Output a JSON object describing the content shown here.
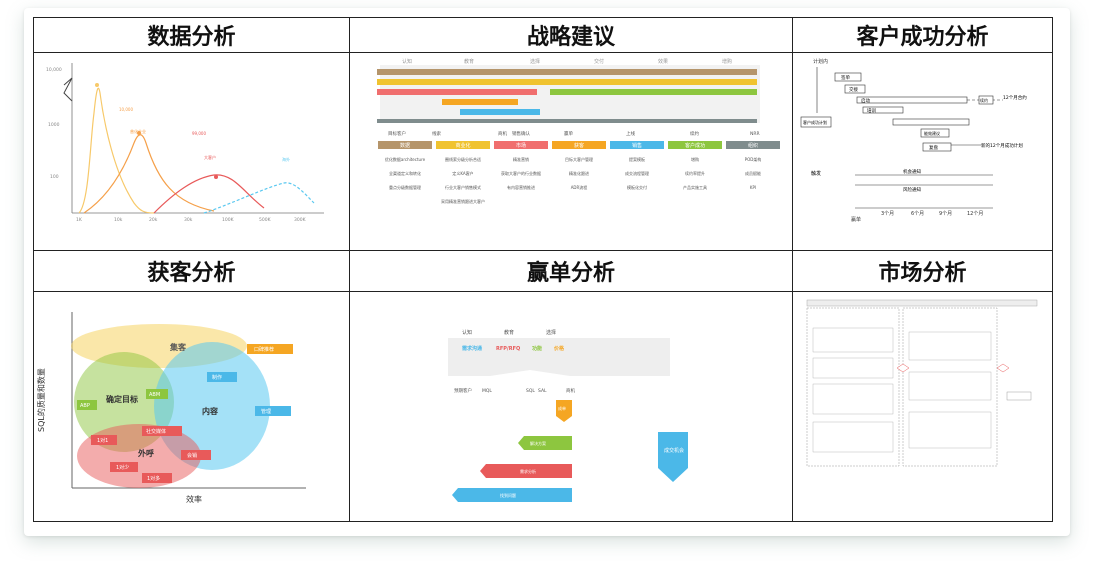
{
  "titles": {
    "data_analysis": "数据分析",
    "strategy": "战略建议",
    "customer_success": "客户成功分析",
    "acquisition": "获客分析",
    "win": "赢单分析",
    "market": "市场分析"
  },
  "data_chart": {
    "y_ticks": [
      "10,000",
      "1000",
      "100"
    ],
    "x_ticks": [
      "1K",
      "10k",
      "20k",
      "30k",
      "100K",
      "500K",
      "300K"
    ],
    "labels": {
      "a": "10,000",
      "b": "普化企业",
      "c": "99,000",
      "d": "大客户",
      "e": "海外"
    }
  },
  "strategy": {
    "phases": [
      "认知",
      "教育",
      "选择",
      "交付",
      "效果",
      "增购"
    ],
    "stage_labels": [
      "目标客户",
      "线索",
      "商机",
      "销售确认",
      "赢单",
      "上线",
      "续约",
      "NRR"
    ],
    "columns": [
      {
        "head": "数据",
        "color": "#b5956b",
        "items": [
          "优化数据architecture",
          "全渠道定义和转化",
          "重点分级数据管理"
        ]
      },
      {
        "head": "商业化",
        "color": "#f0c330",
        "items": [
          "圈线索分级分析合适",
          "定义KA客户",
          "行业大客户销售模式",
          "采用精准营销跟进大客户"
        ]
      },
      {
        "head": "市场",
        "color": "#f06e6e",
        "items": [
          "精准营销",
          "获取大客户的行业数据",
          "有内容营销推进"
        ]
      },
      {
        "head": "获客",
        "color": "#f5a623",
        "items": [
          "目标大客户管理",
          "精准化跟进",
          "ADR流程"
        ]
      },
      {
        "head": "销售",
        "color": "#4bb8e8",
        "items": [
          "提案模板",
          "成交流程管理",
          "模板化交付"
        ]
      },
      {
        "head": "客户成功",
        "color": "#8dc63f",
        "items": [
          "增购",
          "续约率提升",
          "产品实施工具"
        ]
      },
      {
        "head": "组织",
        "color": "#7f8c8d",
        "items": [
          "POD架构",
          "成员赋能",
          "KPI"
        ]
      }
    ]
  },
  "customer_success": {
    "top_label": "计划内",
    "boxes": [
      "签单",
      "交接",
      "启动",
      "培训",
      "客户成功计划",
      "能效建议",
      "复盘"
    ],
    "right_labels": [
      "续约",
      "12个月合约",
      "新的12个月成功计划"
    ],
    "trigger": "触发",
    "notices": [
      "机会通知",
      "风险通知"
    ],
    "timeline": [
      "赢单",
      "3个月",
      "6个月",
      "9个月",
      "12个月"
    ]
  },
  "acquisition": {
    "y_label": "SQL的质量和数量",
    "x_label": "效率",
    "top_big": "集客",
    "middle": "确定目标",
    "right": "内容",
    "lower": "外呼",
    "tags": [
      "口碑推荐",
      "制作",
      "ABP",
      "ABM",
      "管理",
      "1对1",
      "社交媒体",
      "1对少",
      "会销",
      "1对多"
    ]
  },
  "win": {
    "stages": [
      "认知",
      "教育",
      "选择"
    ],
    "tags": [
      "需求沟通",
      "RFP/RFQ",
      "功能",
      "价格"
    ],
    "lower_stages": [
      "预期客户",
      "MQL",
      "SQL",
      "SAL",
      "商机"
    ],
    "arrows": [
      "成单",
      "解决方案",
      "需求分析",
      "找到问题"
    ],
    "badge": "成交机会"
  },
  "colors": {
    "orange": "#f5a04a",
    "red": "#e85a5a",
    "blue": "#5ac8f0",
    "yellow": "#f5d463",
    "green": "#8dc63f"
  }
}
